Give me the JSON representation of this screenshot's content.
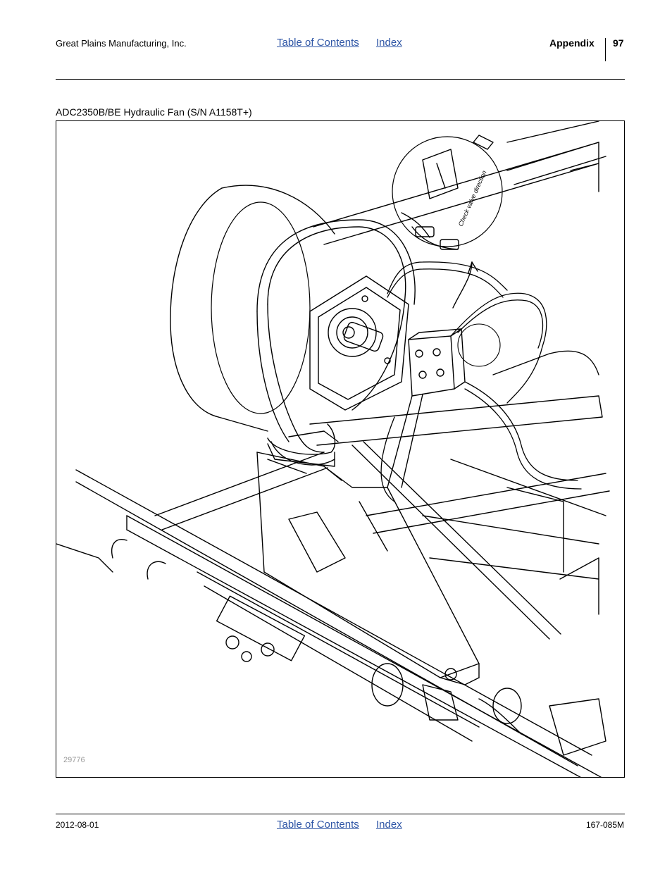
{
  "header": {
    "company": "Great Plains Manufacturing, Inc.",
    "toc_link": "Table of Contents",
    "index_link": "Index",
    "section": "Appendix",
    "page_number": "97"
  },
  "figure": {
    "caption": "ADC2350B/BE Hydraulic Fan (S/N A1158T+)",
    "callout_text": "Check valve direction",
    "figure_number": "29776"
  },
  "footer": {
    "date": "2012-08-01",
    "toc_link": "Table of Contents",
    "index_link": "Index",
    "doc_number": "167-085M"
  }
}
